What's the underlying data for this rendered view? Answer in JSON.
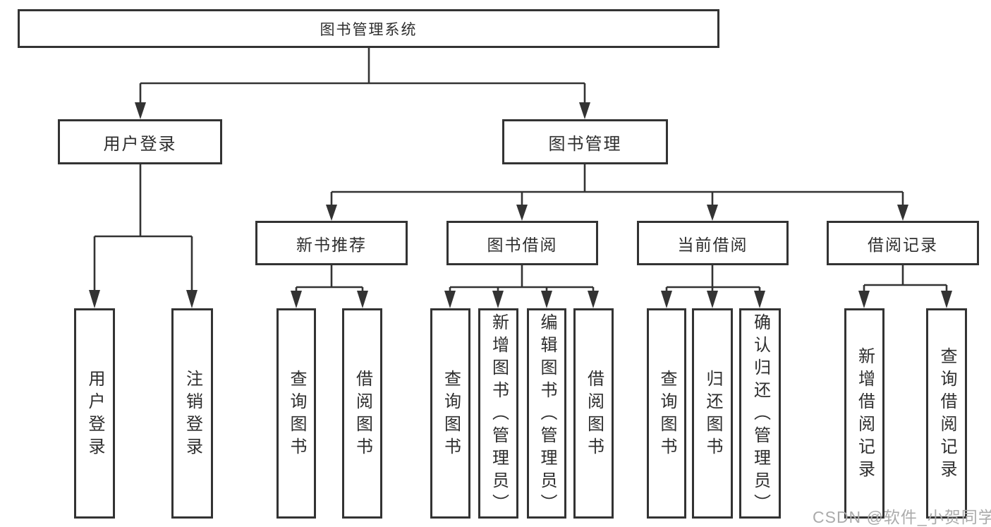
{
  "colors": {
    "line": "#333333",
    "box_border": "#333333",
    "box_fill": "#ffffff",
    "text": "#2e2e2e",
    "watermark": "#ababab"
  },
  "watermark": {
    "text": "CSDN @软件_小贺同学"
  },
  "tree": {
    "root": {
      "label": "图书管理系统"
    },
    "branches": [
      {
        "label": "用户登录",
        "children": [
          {
            "label": "用户登录"
          },
          {
            "label": "注销登录"
          }
        ]
      },
      {
        "label": "图书管理",
        "sections": [
          {
            "label": "新书推荐",
            "children": [
              {
                "label": "查询图书"
              },
              {
                "label": "借阅图书"
              }
            ]
          },
          {
            "label": "图书借阅",
            "children": [
              {
                "label": "查询图书"
              },
              {
                "label": "新增图书（管理员）"
              },
              {
                "label": "编辑图书（管理员）"
              },
              {
                "label": "借阅图书"
              }
            ]
          },
          {
            "label": "当前借阅",
            "children": [
              {
                "label": "查询图书"
              },
              {
                "label": "归还图书"
              },
              {
                "label": "确认归还（管理员）"
              }
            ]
          },
          {
            "label": "借阅记录",
            "children": [
              {
                "label": "新增借阅记录"
              },
              {
                "label": "查询借阅记录"
              }
            ]
          }
        ]
      }
    ]
  }
}
